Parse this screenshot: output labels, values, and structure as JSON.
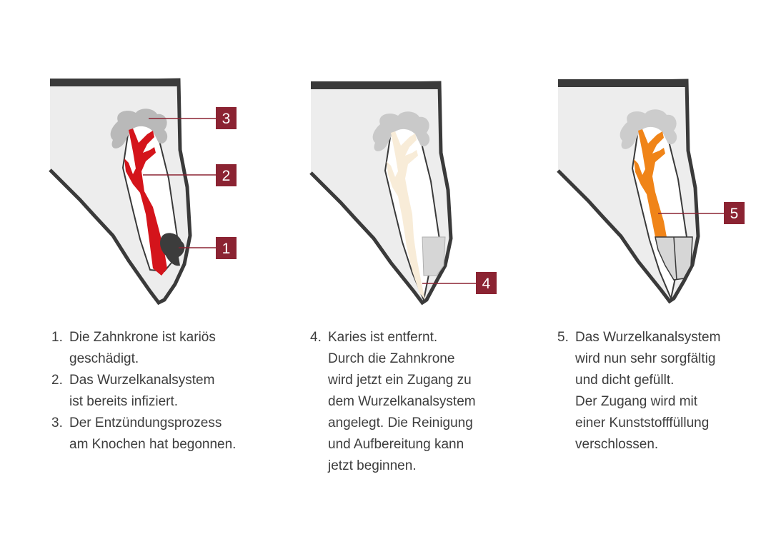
{
  "colors": {
    "badge": "#8b2332",
    "infection": "#d4141b",
    "filling": "#f08418",
    "cleaned": "#f8ecd8",
    "caries": "#3c3c3c",
    "inflammation": "#b9b9b9",
    "tooth_fill": "#ededed",
    "composite": "#d6d6d6"
  },
  "panels": [
    {
      "badges": [
        "3",
        "2",
        "1"
      ],
      "caption": [
        {
          "num": "1.",
          "lines": [
            "Die Zahnkrone ist kariös",
            "geschädigt."
          ]
        },
        {
          "num": "2.",
          "lines": [
            "Das Wurzelkanalsystem",
            "ist bereits infiziert."
          ]
        },
        {
          "num": "3.",
          "lines": [
            "Der Entzündungsprozess",
            "am Knochen hat begonnen."
          ]
        }
      ]
    },
    {
      "badges": [
        "4"
      ],
      "caption": [
        {
          "num": "4.",
          "lines": [
            "Karies ist entfernt.",
            "Durch die Zahnkrone",
            "wird jetzt ein Zugang zu",
            "dem Wurzelkanalsystem",
            "angelegt. Die Reinigung",
            "und Aufbereitung kann",
            "jetzt beginnen."
          ]
        }
      ]
    },
    {
      "badges": [
        "5"
      ],
      "caption": [
        {
          "num": "5.",
          "lines": [
            "Das Wurzelkanalsystem",
            "wird nun sehr sorgfältig",
            "und dicht gefüllt.",
            "Der Zugang wird mit",
            "einer Kunststofffüllung",
            "verschlossen."
          ]
        }
      ]
    }
  ]
}
